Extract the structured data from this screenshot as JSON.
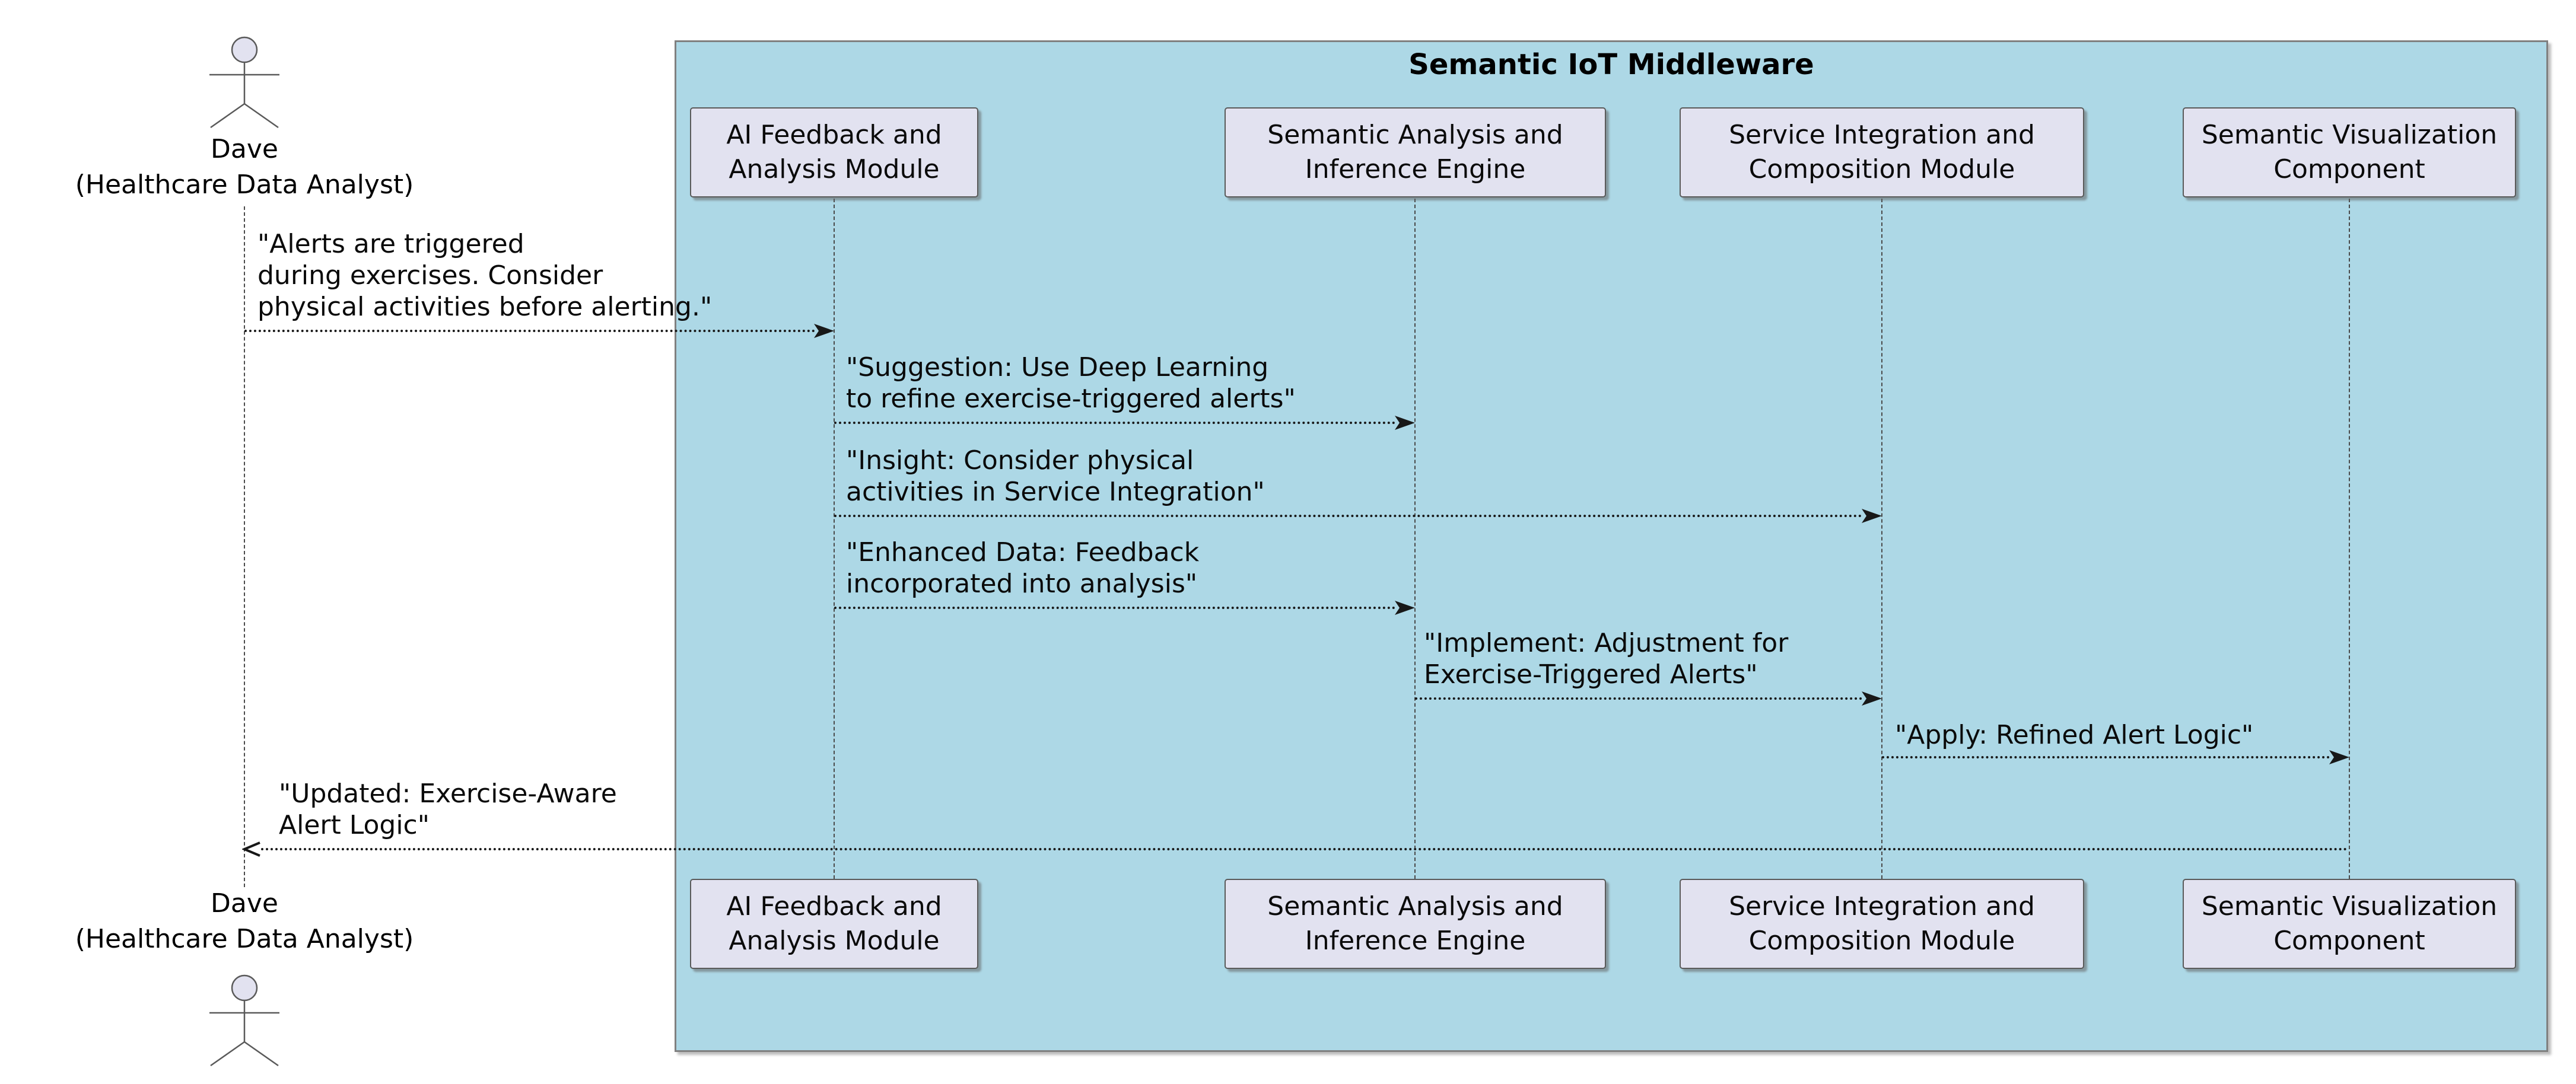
{
  "diagram": {
    "title": "Semantic IoT Middleware",
    "actor": {
      "name": "Dave",
      "role": "(Healthcare Data Analyst)"
    },
    "participants": [
      {
        "id": "ai-feedback",
        "line1": "AI Feedback and",
        "line2": "Analysis Module"
      },
      {
        "id": "semantic-analysis",
        "line1": "Semantic Analysis and",
        "line2": "Inference Engine"
      },
      {
        "id": "service-integration",
        "line1": "Service Integration and",
        "line2": "Composition Module"
      },
      {
        "id": "semantic-visualization",
        "line1": "Semantic Visualization",
        "line2": "Component"
      }
    ],
    "messages": [
      {
        "from": "dave",
        "to": "ai-feedback",
        "lines": [
          "\"Alerts are triggered",
          "during exercises. Consider",
          "physical activities before alerting.\""
        ]
      },
      {
        "from": "ai-feedback",
        "to": "semantic-analysis",
        "lines": [
          "\"Suggestion: Use Deep Learning",
          "to refine exercise-triggered alerts\""
        ]
      },
      {
        "from": "ai-feedback",
        "to": "service-integration",
        "lines": [
          "\"Insight: Consider physical",
          "activities in Service Integration\""
        ]
      },
      {
        "from": "ai-feedback",
        "to": "semantic-analysis",
        "lines": [
          "\"Enhanced Data: Feedback",
          "incorporated into analysis\""
        ]
      },
      {
        "from": "semantic-analysis",
        "to": "service-integration",
        "lines": [
          "\"Implement: Adjustment for",
          "Exercise-Triggered Alerts\""
        ]
      },
      {
        "from": "service-integration",
        "to": "semantic-visualization",
        "lines": [
          "\"Apply: Refined Alert Logic\""
        ]
      },
      {
        "from": "semantic-visualization",
        "to": "dave",
        "lines": [
          "\"Updated: Exercise-Aware",
          "Alert Logic\""
        ]
      }
    ],
    "colors": {
      "frame_fill": "#ADD8E6",
      "frame_border": "#808080",
      "participant_fill": "#E2E2F0",
      "participant_border": "#5A5A5A",
      "message_line": "#181818",
      "text": "#0A0A0A",
      "background": "#FFFFFF"
    }
  }
}
